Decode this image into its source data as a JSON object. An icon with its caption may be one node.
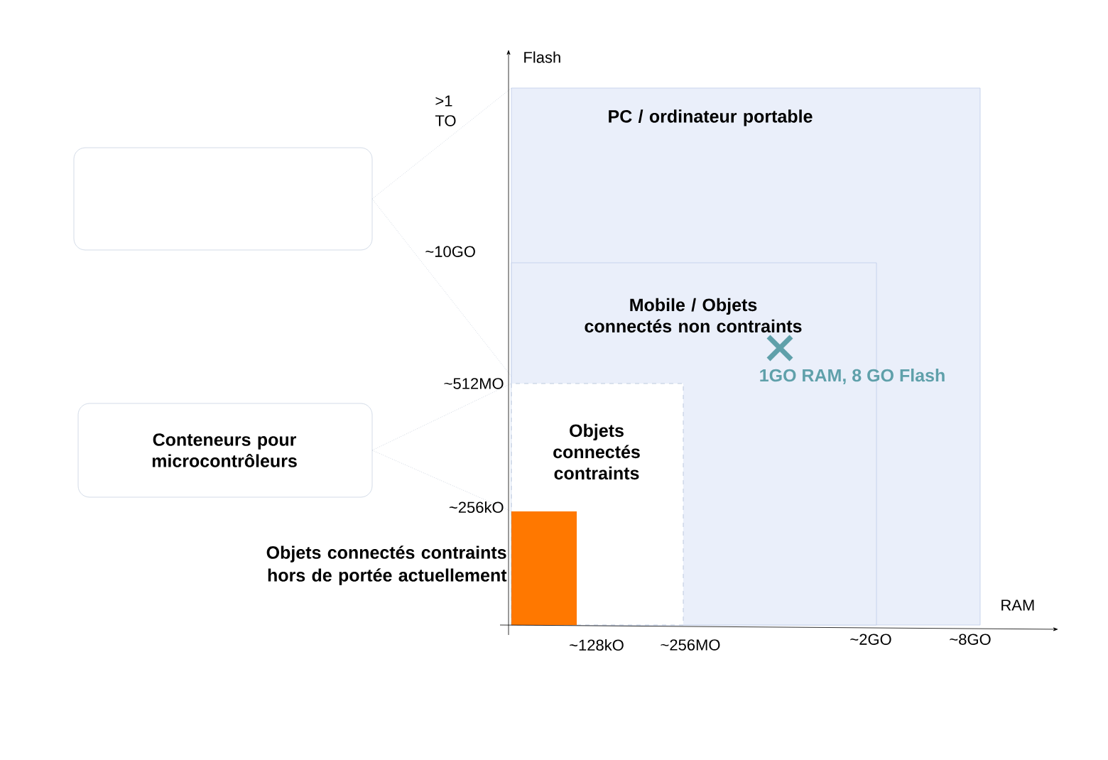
{
  "diagram": {
    "nodes": [
      {
        "text": [
          "PC / ordinateur portable"
        ]
      },
      {
        "text": [
          "Mobile / Objets connectés non contraints"
        ],
        "in": 0
      },
      {
        "text": [
          "Objets connectés contraints"
        ],
        "in": 1
      },
      {
        "text": [],
        "shape": "bar",
        "in": 2,
        "beside": [
          "Objets connectés contraints hors de portée actuellement"
        ]
      },
      {
        "text": [],
        "shape": "box"
      },
      {
        "text": [
          "Conteneurs pour microcontrôleurs"
        ]
      }
    ],
    "edges": [
      {
        "from": 4,
        "to": 0,
        "arrow": "none"
      },
      {
        "from": 4,
        "to": 1,
        "arrow": "none"
      },
      {
        "from": 5,
        "to": 2,
        "arrow": "none"
      },
      {
        "from": 5,
        "to": 3,
        "arrow": "none"
      }
    ],
    "labels": [
      "Flash",
      ">1 TO",
      "~10GO",
      "~512MO",
      "~256kO",
      "1GO RAM, 8 GO Flash",
      "RAM",
      "~128kO",
      "~256MO",
      "~2GO",
      "~8GO"
    ]
  }
}
